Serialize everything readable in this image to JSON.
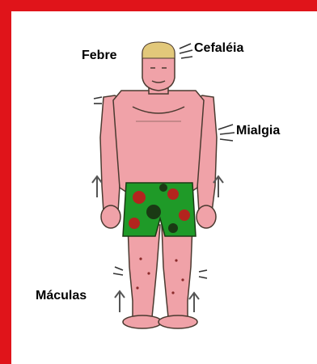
{
  "frame_color": "#e0141a",
  "skin_color": "#f0a2a8",
  "skin_outline": "#4a3a30",
  "hair_color": "#e2c87a",
  "shorts_colors": {
    "green": "#1f9a28",
    "red": "#b3241e",
    "dark": "#1a3a14"
  },
  "labels": {
    "febre": "Febre",
    "cefaleia": "Cefaléia",
    "mialgia": "Mialgia",
    "maculas": "Máculas"
  },
  "icons": {
    "headache": "headache-lines-icon",
    "pain": "pain-lines-icon",
    "arrow": "up-arrow-icon"
  }
}
